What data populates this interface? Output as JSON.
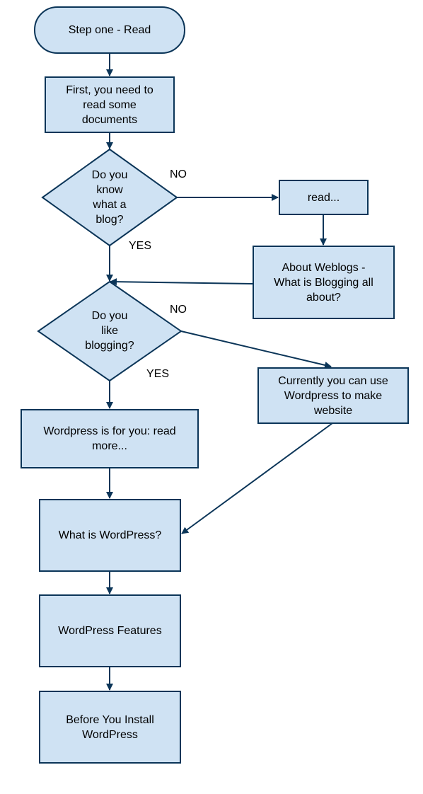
{
  "colors": {
    "node_fill": "#cfe2f3",
    "stroke": "#0b3558",
    "text": "#000000"
  },
  "nodes": {
    "start": "Step one - Read",
    "read_documents": "First, you need to\nread some\ndocuments",
    "decision_blog": "Do you\nknow\nwhat a\nblog?",
    "read_more": "read...",
    "about_weblogs": "About Weblogs -\nWhat is Blogging all\nabout?",
    "decision_like": "Do you\nlike\nblogging?",
    "wordpress_for_you": "Wordpress is for you: read\nmore...",
    "currently_wordpress": "Currently you can use\nWordpress to make\nwebsite",
    "what_is_wordpress": "What is WordPress?",
    "wordpress_features": "WordPress Features",
    "before_install": "Before You Install\nWordPress"
  },
  "edge_labels": {
    "blog_no": "NO",
    "blog_yes": "YES",
    "like_no": "NO",
    "like_yes": "YES"
  }
}
